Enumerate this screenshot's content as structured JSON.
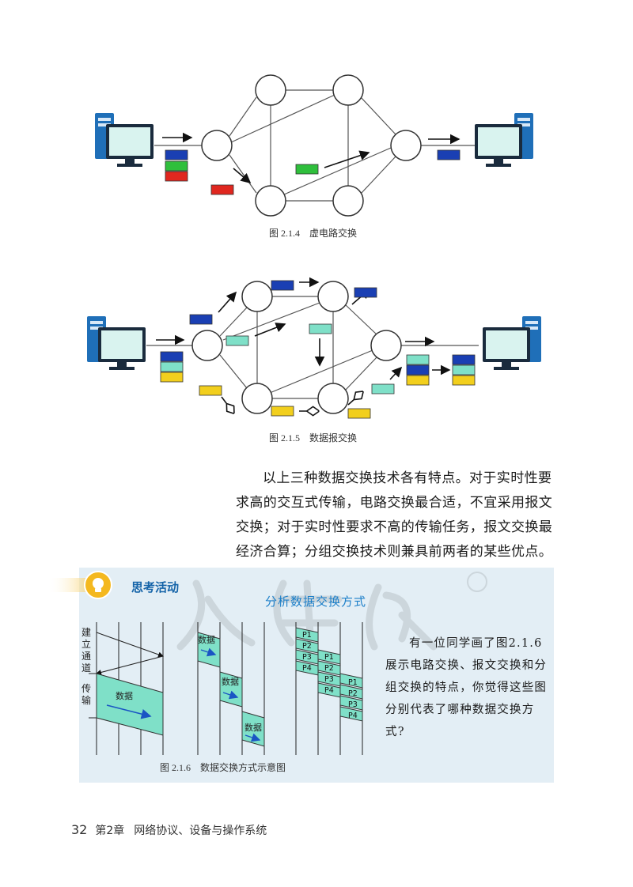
{
  "figures": {
    "fig214_caption": "图 2.1.4　虚电路交换",
    "fig215_caption": "图 2.1.5　数据报交换",
    "fig216_caption": "图 2.1.6　数据交换方式示意图"
  },
  "paragraph": "以上三种数据交换技术各有特点。对于实时性要求高的交互式传输，电路交换最合适，不宜采用报文交换；对于实时性要求不高的传输任务，报文交换最经济合算；分组交换技术则兼具前两者的某些优点。",
  "activity": {
    "label": "思考活动",
    "heading": "分析数据交换方式",
    "text": "有一位同学画了图2.1.6展示电路交换、报文交换和分组交换的特点，你觉得这些图分别代表了哪种数据交换方式?",
    "diagram": {
      "left_labels": [
        "建",
        "立",
        "通",
        "道",
        "传",
        "输"
      ],
      "data_label": "数据",
      "packets": [
        "P1",
        "P2",
        "P3",
        "P4"
      ]
    }
  },
  "footer": {
    "page_number": "32",
    "chapter": "第2章",
    "chapter_title": "网络协议、设备与操作系统"
  },
  "colors": {
    "node_stroke": "#333333",
    "monitor": "#1f6fb8",
    "screen": "#d9f3ef",
    "blue_pkt": "#1a3fb3",
    "green_pkt": "#2fbf3c",
    "red_pkt": "#e0271f",
    "teal_pkt": "#7fe0c8",
    "yellow_pkt": "#f2cf1d",
    "activity_bg": "#e3eef5",
    "activity_title": "#1463a8",
    "activity_heading": "#1c7fc9"
  }
}
